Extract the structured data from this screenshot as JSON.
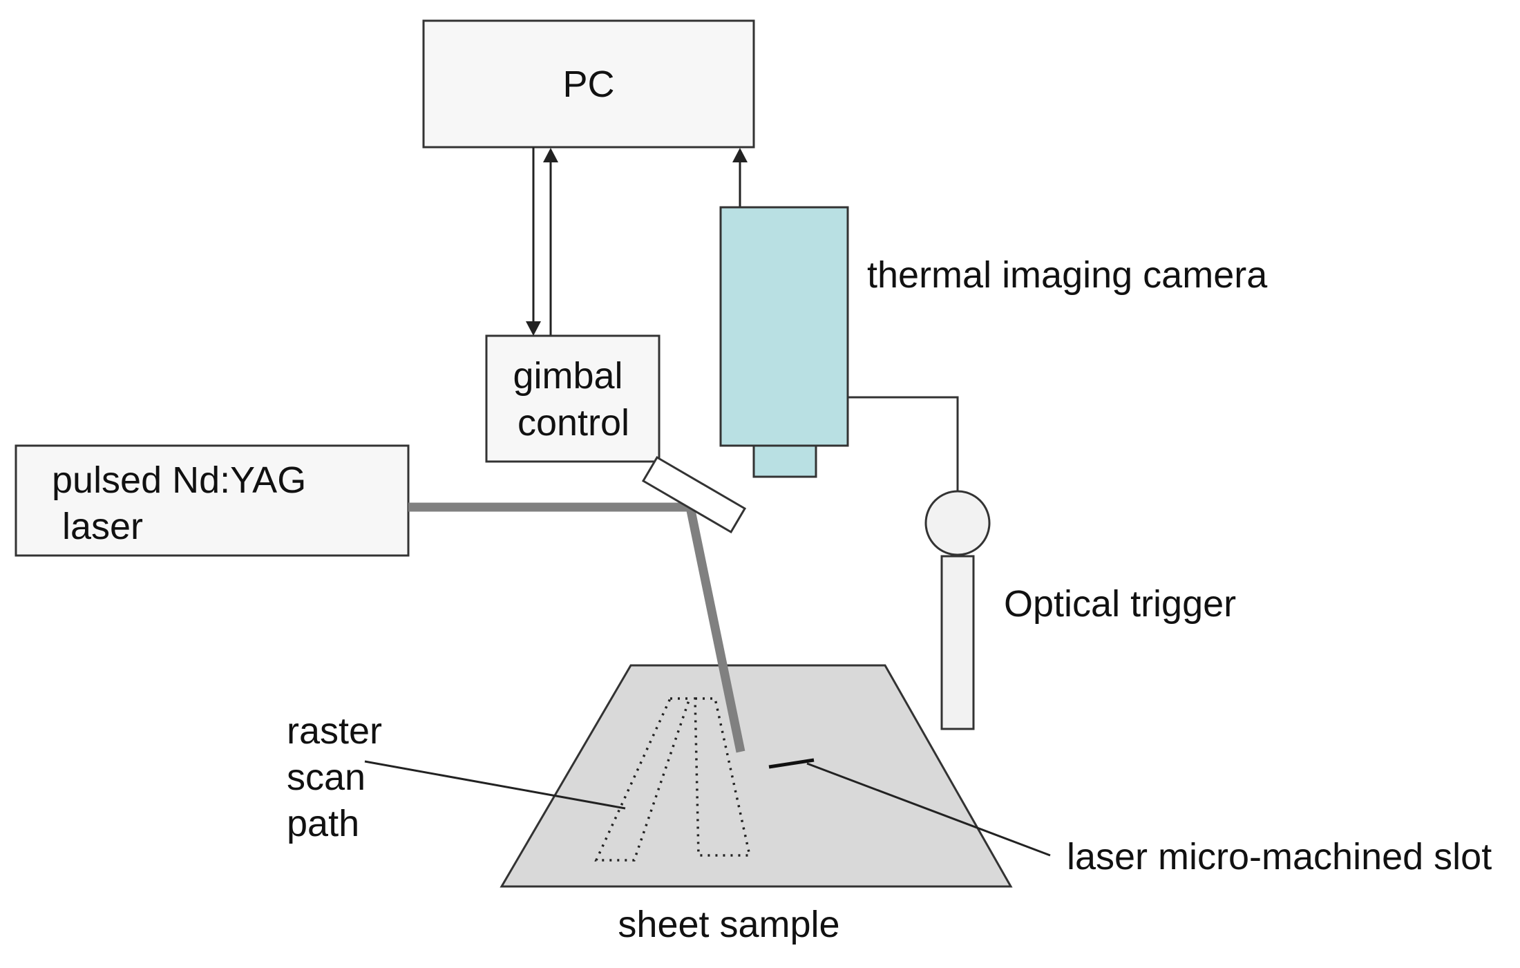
{
  "labels": {
    "pc": "PC",
    "gimbal_line1": "gimbal",
    "gimbal_line2": "control",
    "laser_line1": "pulsed Nd:YAG",
    "laser_line2": "laser",
    "camera": "thermal imaging camera",
    "trigger": "Optical trigger",
    "raster_line1": "raster",
    "raster_line2": "scan",
    "raster_line3": "path",
    "slot": "laser micro-machined slot",
    "sample": "sheet sample"
  },
  "colors": {
    "box_fill": "#f7f7f7",
    "camera_fill": "#b9e0e3",
    "sample_fill": "#d9d9d9",
    "beam": "#808080",
    "stroke": "#333333"
  }
}
